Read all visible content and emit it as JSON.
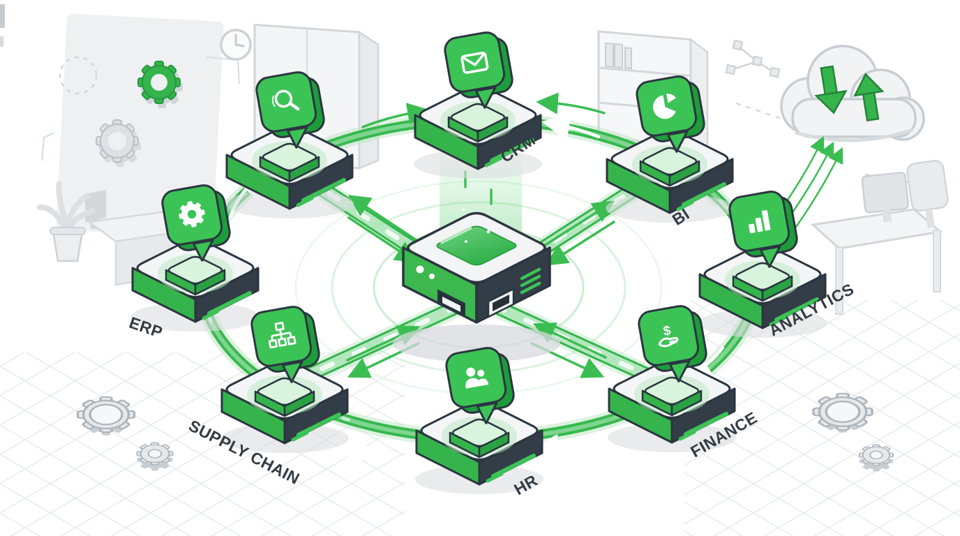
{
  "diagram": {
    "accent_color": "#35b44b",
    "accent_bright": "#3cc356",
    "accent_dark": "#1d9c3b",
    "mint_color": "#d8f4dc",
    "slate_color": "#333d47",
    "outline_color": "#2b3540",
    "label_color": "#333b44",
    "background_gray": "#eef0f2",
    "hub": {
      "icon": "hub-server-icon"
    },
    "nodes": [
      {
        "id": "crm",
        "label": "CRM",
        "icon": "envelope-icon"
      },
      {
        "id": "bi",
        "label": "BI",
        "icon": "pie-chart-icon"
      },
      {
        "id": "analytics",
        "label": "ANALYTICS",
        "icon": "bar-chart-icon"
      },
      {
        "id": "finance",
        "label": "FINANCE",
        "icon": "dollar-hand-icon"
      },
      {
        "id": "hr",
        "label": "HR",
        "icon": "people-icon"
      },
      {
        "id": "supply_chain",
        "label": "SUPPLY CHAIN",
        "icon": "org-chart-icon"
      },
      {
        "id": "erp",
        "label": "ERP",
        "icon": "gear-icon"
      },
      {
        "id": "discovery",
        "label": "",
        "icon": "search-icon"
      }
    ],
    "glyphs": {
      "dollar": "$"
    },
    "background_items": [
      "whiteboard-panel",
      "green-gear",
      "gray-gear",
      "wall-clock",
      "cabinet",
      "potted-plant",
      "side-desk",
      "bookshelf",
      "network-glyph",
      "cloud-sync",
      "desk-with-monitor",
      "floor-grid",
      "floor-gears"
    ]
  }
}
